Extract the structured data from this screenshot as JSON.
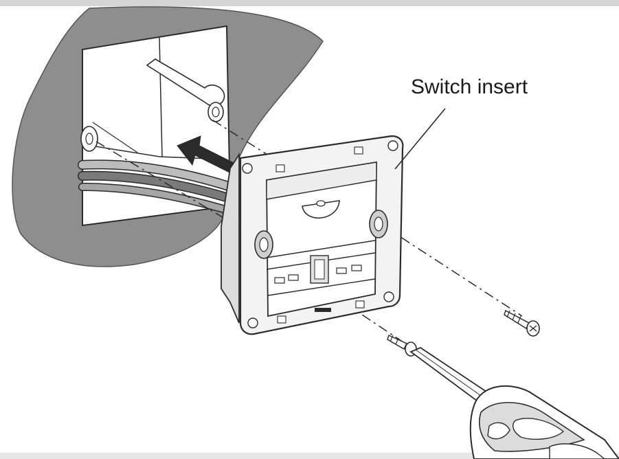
{
  "callout": {
    "label": "Switch insert"
  },
  "colors": {
    "wall": "#8e8e8e",
    "box": "#ffffff",
    "line": "#2b2b2b",
    "frame_fill": "#f3f3f3",
    "top_bar": "#d4d4d4",
    "bottom_bar": "#e6e6e6"
  },
  "parts": [
    "wall",
    "flush-box",
    "cables",
    "push-arrow",
    "switch-insert",
    "screw-left",
    "screw-right",
    "screwdriver"
  ]
}
